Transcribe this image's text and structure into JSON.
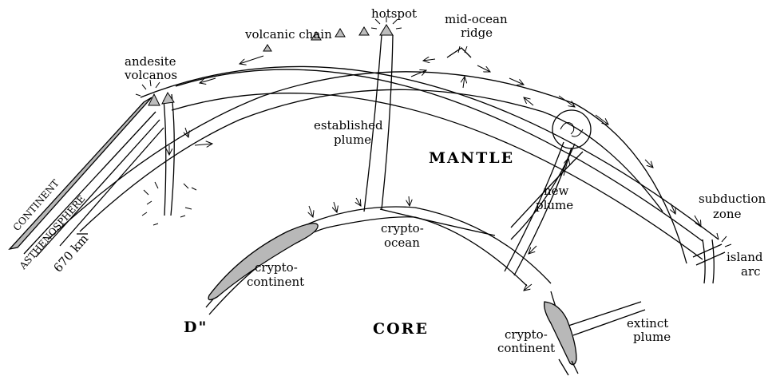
{
  "labels": {
    "hotspot": "hotspot",
    "volcanic_chain": "volcanic chain",
    "mid_ocean_ridge_1": "mid-ocean",
    "mid_ocean_ridge_2": "ridge",
    "andesite_1": "andesite",
    "andesite_2": "volcanos",
    "established_plume_1": "established",
    "established_plume_2": "plume",
    "mantle": "MANTLE",
    "new_plume_1": "new",
    "new_plume_2": "plume",
    "subduction_1": "subduction",
    "subduction_2": "zone",
    "island_arc_1": "island",
    "island_arc_2": "arc",
    "continent": "CONTINENT",
    "asthenosphere": "ASTHENOSPHERE",
    "depth_670": "670 km",
    "crypto_ocean_1": "crypto-",
    "crypto_ocean_2": "ocean",
    "crypto_continent_left_1": "crypto-",
    "crypto_continent_left_2": "continent",
    "d_double_prime": "D\"",
    "core": "CORE",
    "crypto_continent_right_1": "crypto-",
    "crypto_continent_right_2": "continent",
    "extinct_plume_1": "extinct",
    "extinct_plume_2": "plume"
  }
}
